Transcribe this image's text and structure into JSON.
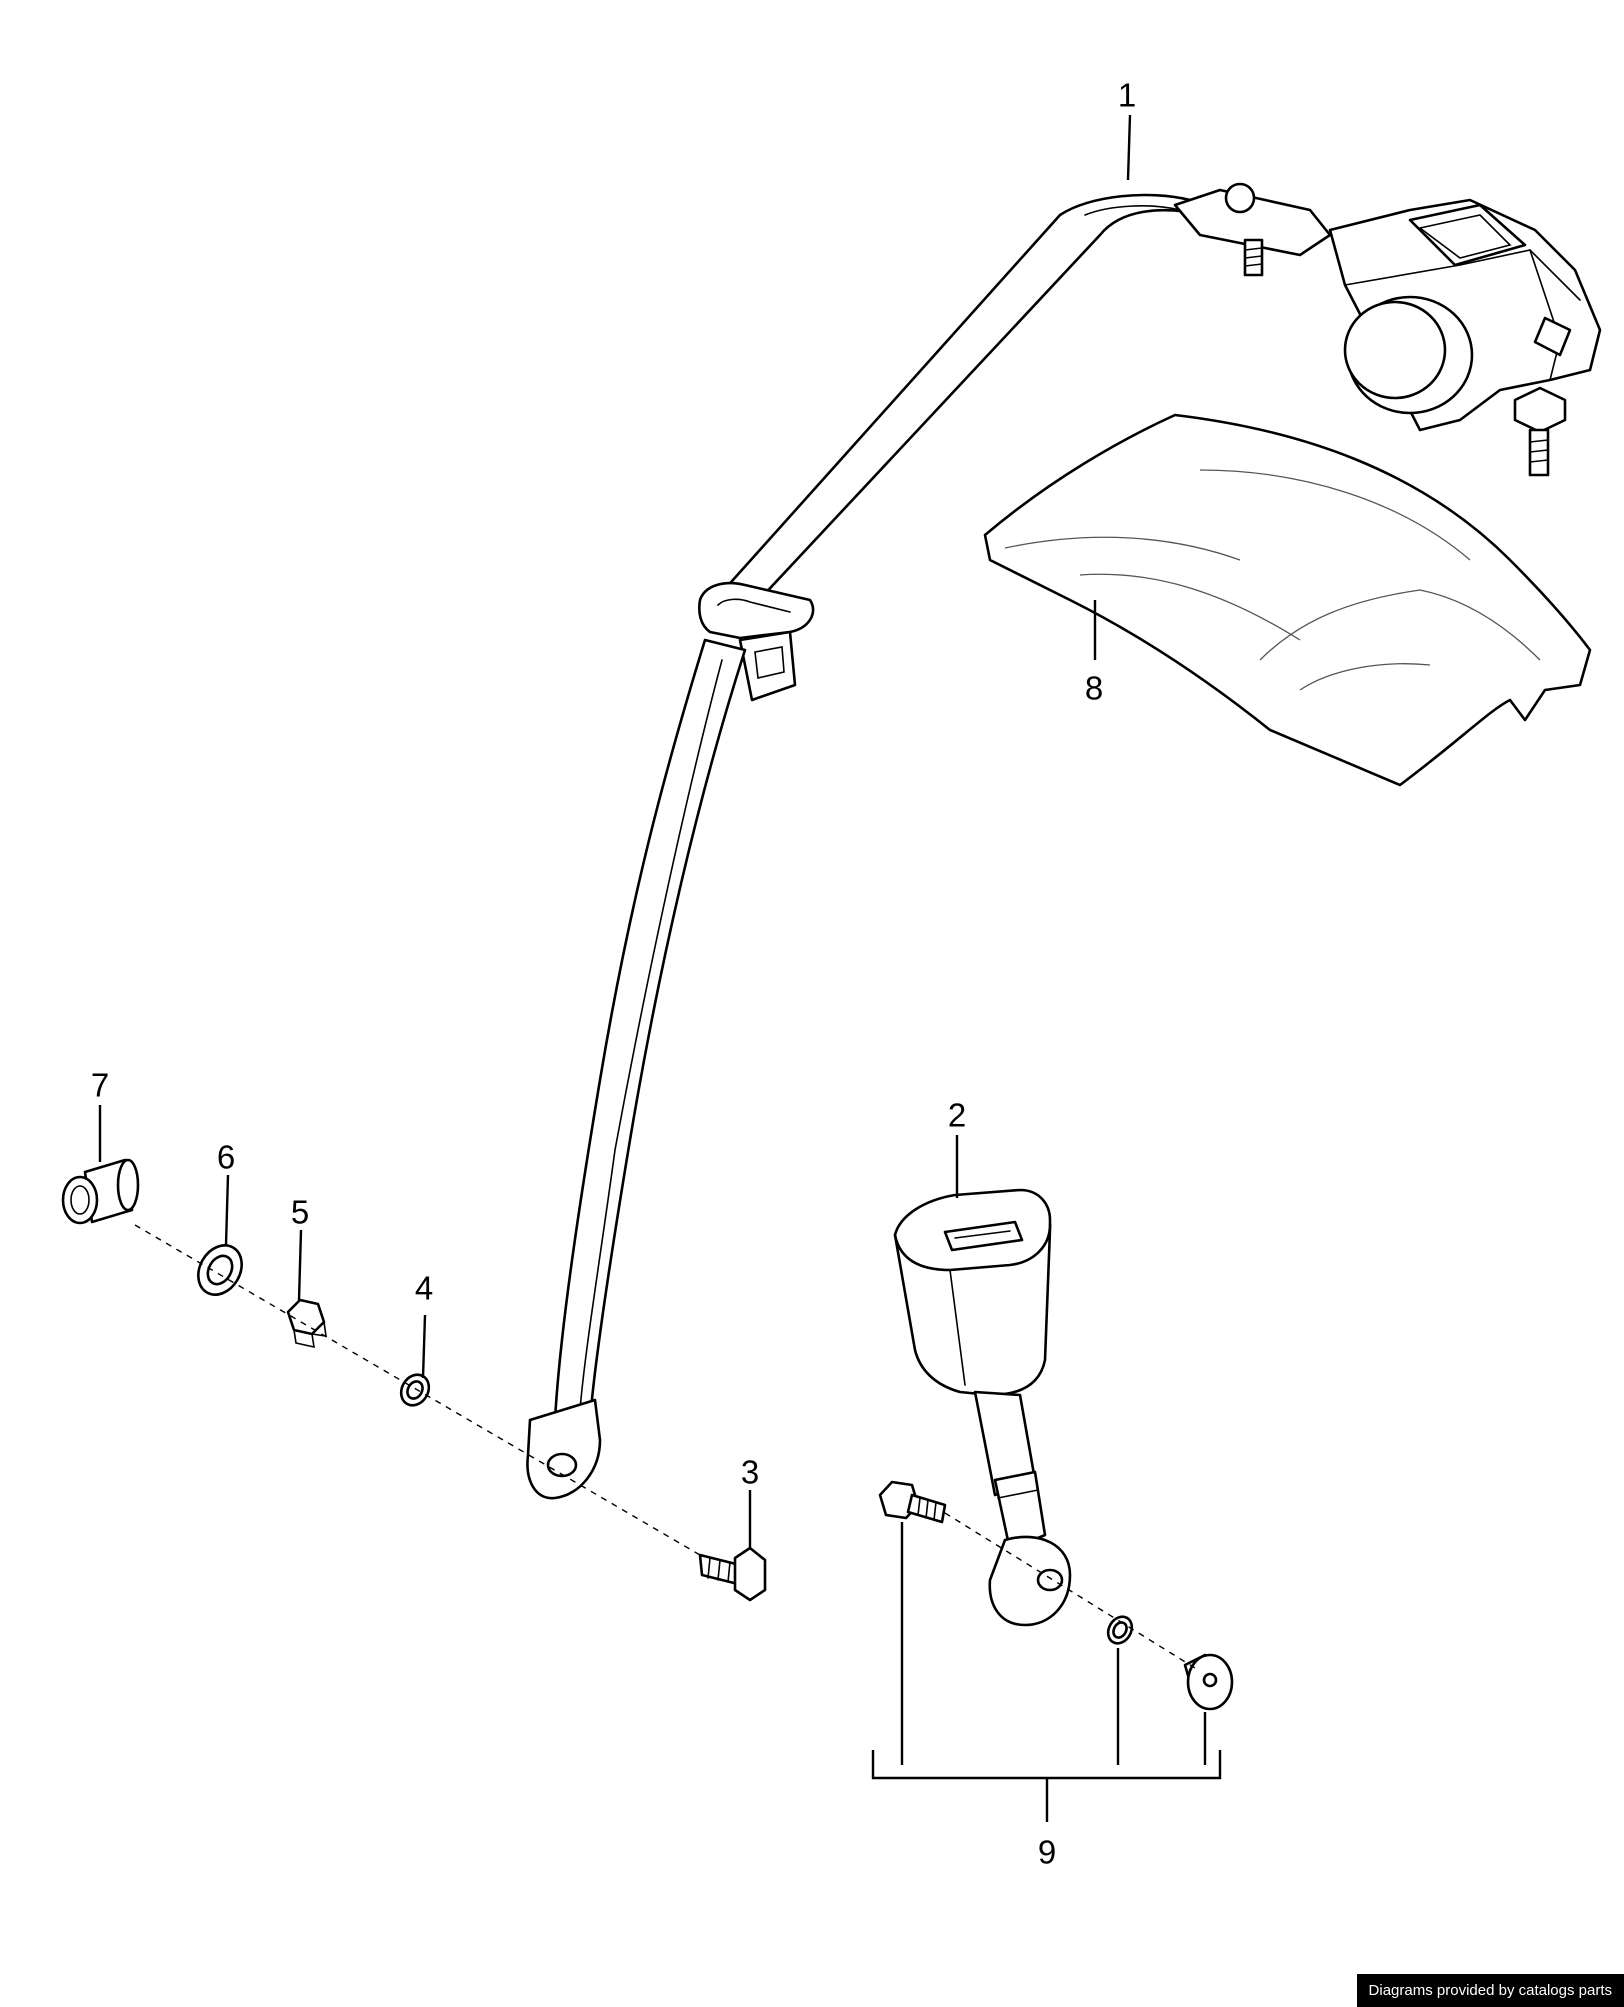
{
  "callouts": {
    "c1": "1",
    "c2": "2",
    "c3": "3",
    "c4": "4",
    "c5": "5",
    "c6": "6",
    "c7": "7",
    "c8": "8",
    "c9": "9"
  },
  "credit": "Diagrams provided by catalogs parts"
}
